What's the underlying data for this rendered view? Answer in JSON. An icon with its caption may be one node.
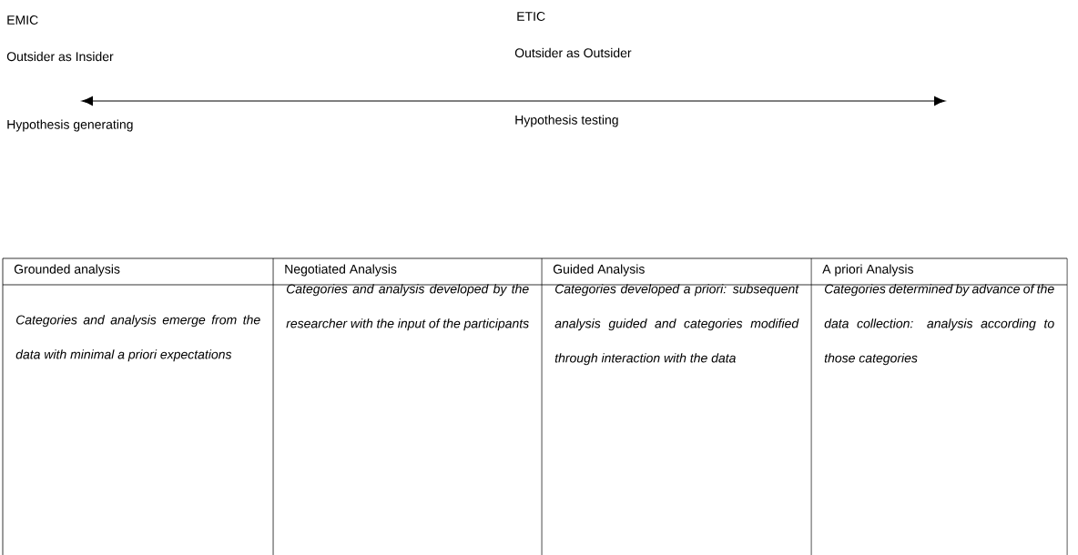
{
  "diagram": {
    "labels": [
      "EMIC",
      "ETIC",
      "Outsider as Insider",
      "Outsider as Outsider",
      "Hypothesis generating",
      "Hypothesis testing",
      "Grounded analysis",
      "Negotiated Analysis",
      "Guided Analysis",
      "A priori Analysis",
      "Categories and analysis emerge from the data with minimal a priori expectations",
      "Categories and analysis developed by the researcher with the input of the participants",
      "Categories developed a priori: subsequent analysis guided and categories modified through interaction with the data",
      "Categories determined by advance of the data collection: analysis according to those categories"
    ]
  }
}
